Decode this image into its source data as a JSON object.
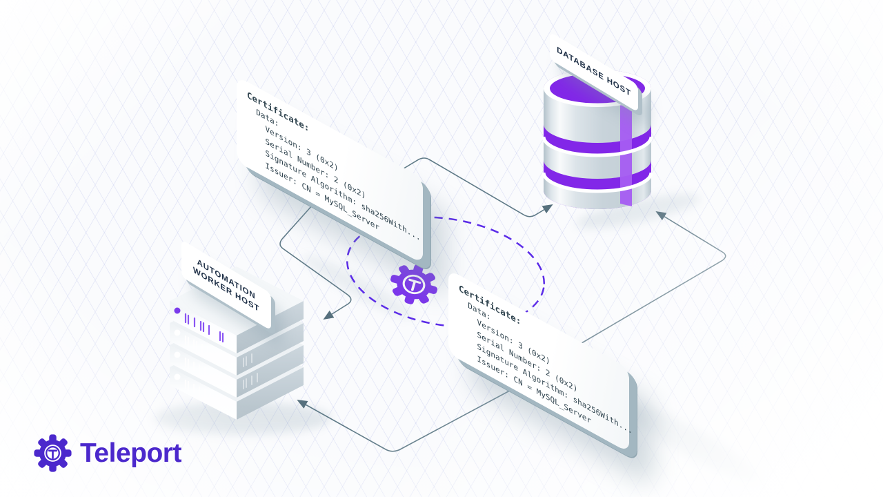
{
  "certificate": {
    "lines": [
      "Certificate:",
      "  Data:",
      "    Version: 3 (0x2)",
      "    Serial Number: 2 (0x2)",
      "    Signature Algorithm: sha256With...",
      "    Issuer: CN = MySQL_Server"
    ]
  },
  "labels": {
    "database_host": "DATABASE HOST",
    "worker_line1": "AUTOMATION",
    "worker_line2": "WORKER HOST"
  },
  "logo": {
    "wordmark": "Teleport"
  },
  "colors": {
    "brand_purple": "#4b28cc",
    "accent_purple": "#8227e8",
    "dashed_ring_purple": "#5b2be8",
    "connector_slate": "#5f7a87"
  }
}
